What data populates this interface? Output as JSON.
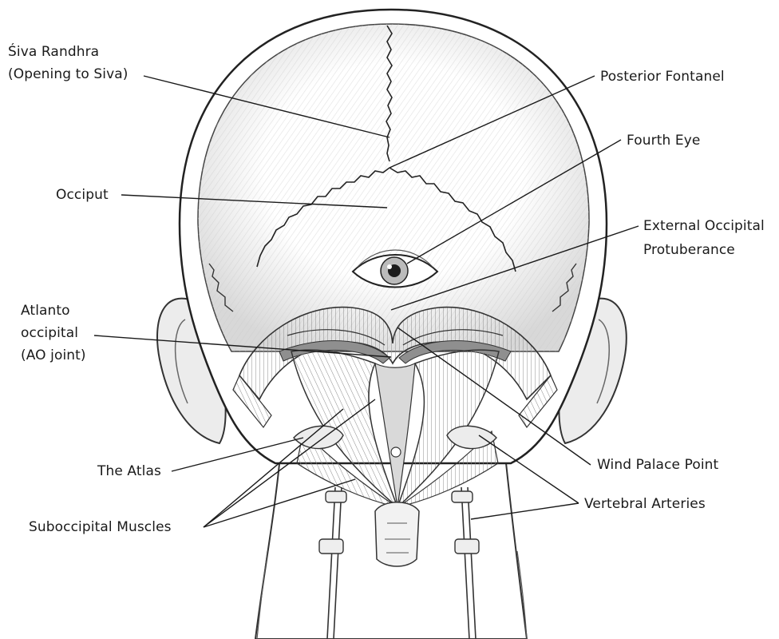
{
  "labels": {
    "siva_randhra": "Śiva Randhra",
    "siva_randhra_sub": "(Opening to Siva)",
    "posterior_fontanel": "Posterior Fontanel",
    "fourth_eye": "Fourth Eye",
    "occiput": "Occiput",
    "ext_occ_1": "External Occipital",
    "ext_occ_2": "Protuberance",
    "atlanto_1": "Atlanto",
    "atlanto_2": "occipital",
    "atlanto_3": "(AO joint)",
    "the_atlas": "The Atlas",
    "wind_palace": "Wind Palace Point",
    "suboccipital": "Suboccipital Muscles",
    "vertebral": "Vertebral Arteries"
  },
  "colors": {
    "ink": "#2a2a2a",
    "shade": "#bdbdbd",
    "muscle": "#9a9a9a",
    "skin": "#ffffff"
  }
}
